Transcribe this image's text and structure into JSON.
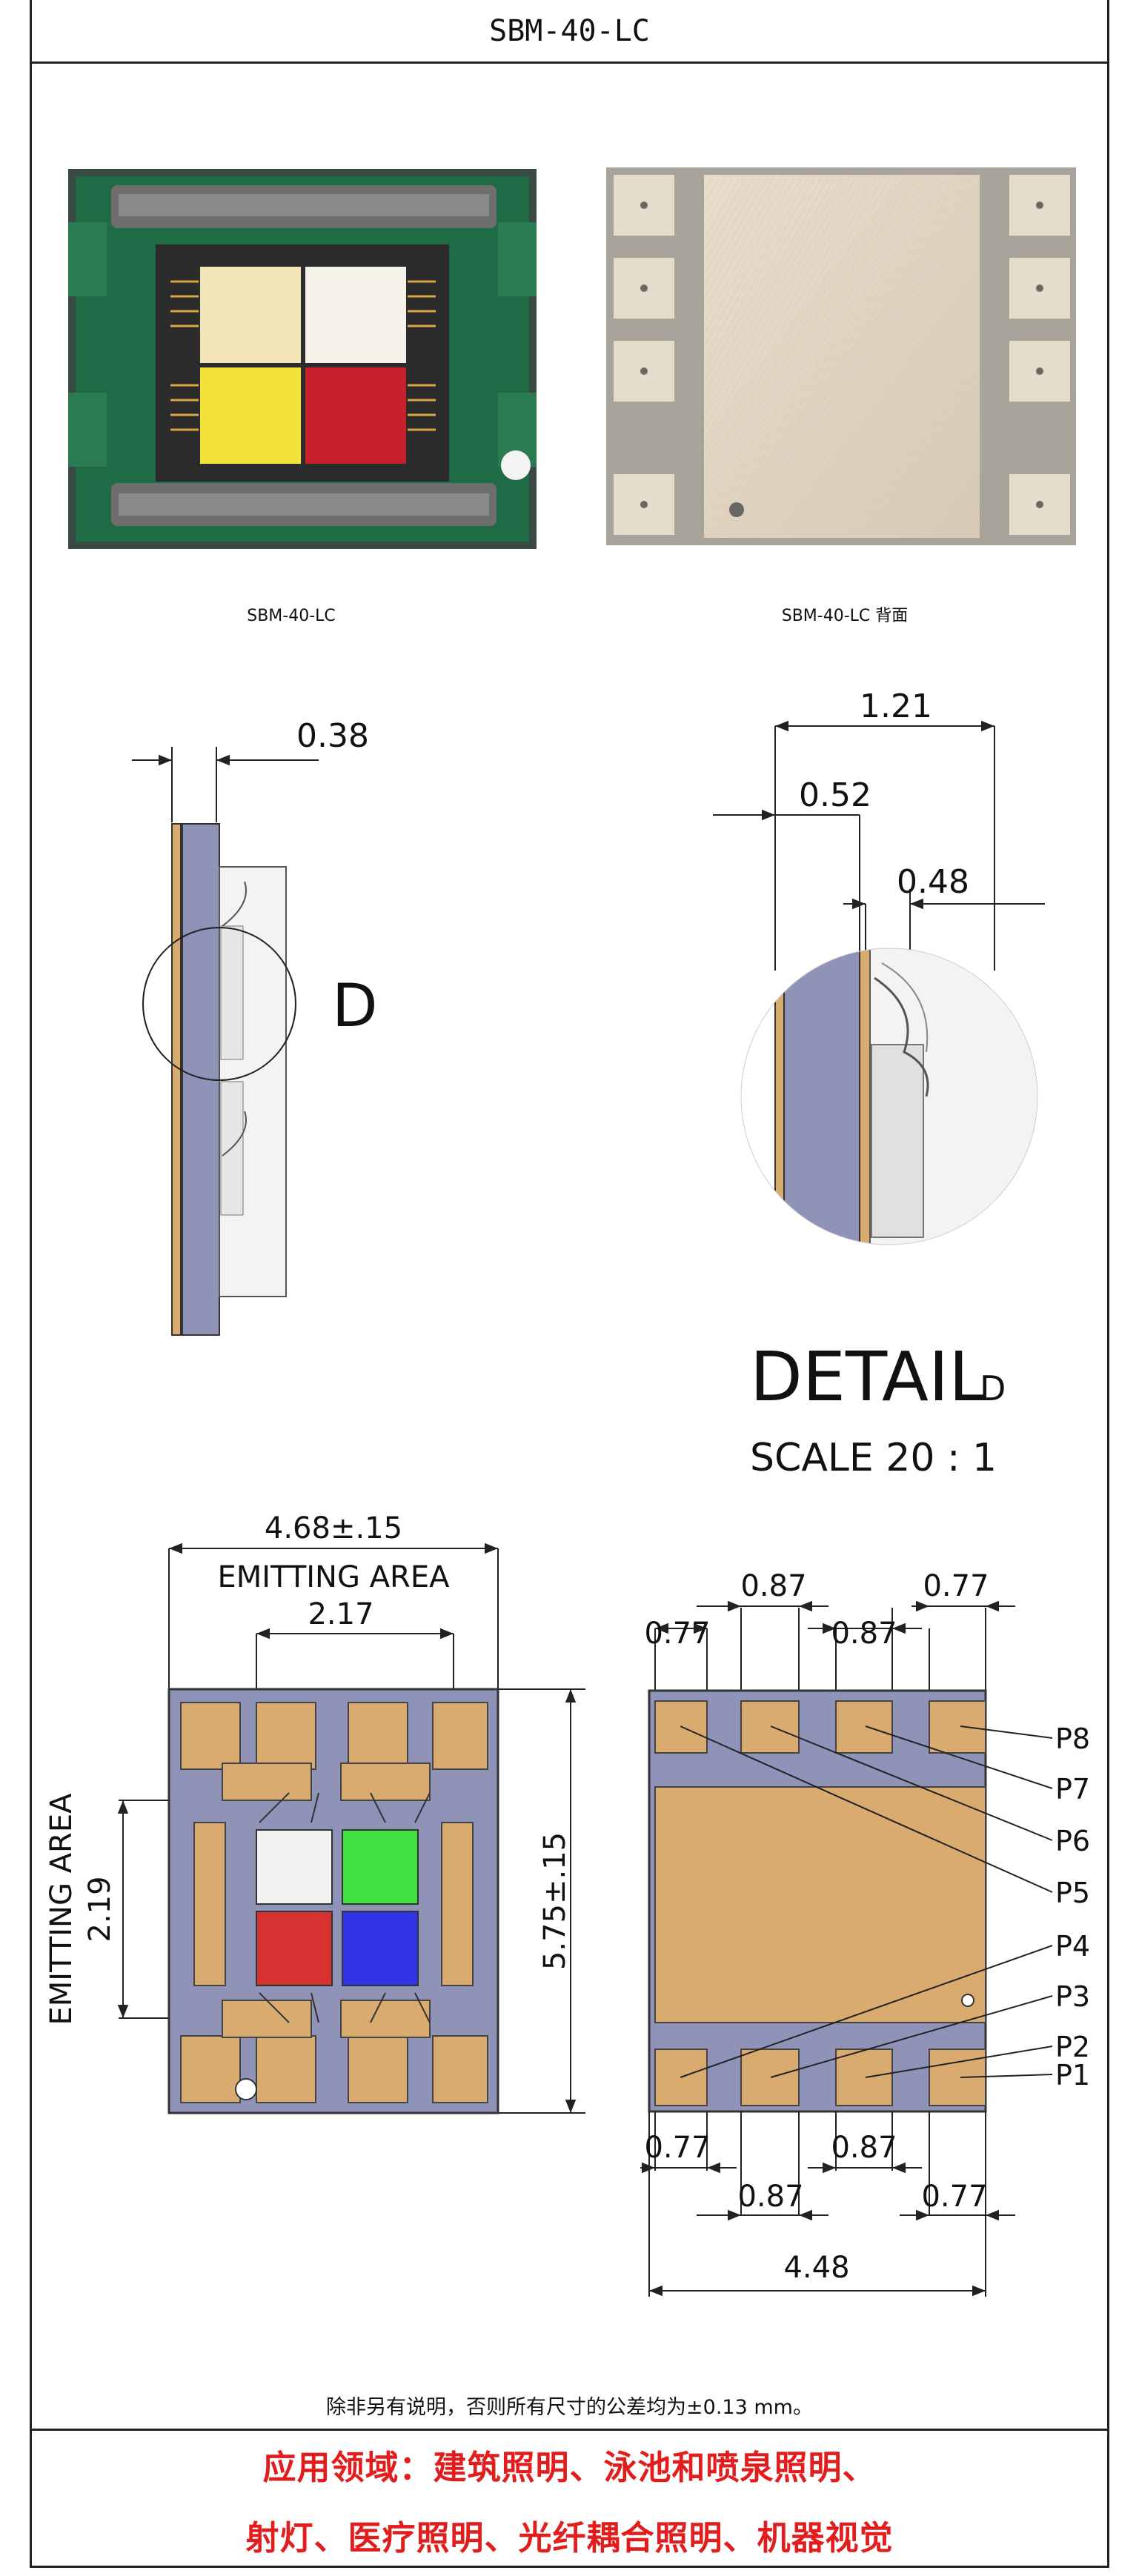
{
  "header": {
    "title": "SBM-40-LC"
  },
  "photos": {
    "front_caption": "SBM-40-LC",
    "back_caption": "SBM-40-LC 背面"
  },
  "side_view": {
    "dim_thickness": "0.38",
    "detail_callout": "D"
  },
  "detail_view": {
    "dim_total": "1.21",
    "dim_left": "0.52",
    "dim_right": "0.48",
    "title_main": "DETAIL",
    "title_sub": "D",
    "scale": "SCALE 20 : 1"
  },
  "top_view": {
    "dim_width": "4.68±.15",
    "emitting_area_label": "EMITTING AREA",
    "emitting_width": "2.17",
    "emitting_area_label_v": "EMITTING AREA",
    "emitting_height": "2.19",
    "dim_height": "5.75±.15",
    "chip_colors": [
      "#f2f2f2",
      "#40e040",
      "#d63232",
      "#3232e6"
    ]
  },
  "bottom_view": {
    "top_pitch_a": "0.87",
    "top_pitch_b": "0.87",
    "top_edge_left": "0.77",
    "top_edge_right": "0.77",
    "pins": [
      "P8",
      "P7",
      "P6",
      "P5",
      "P4",
      "P3",
      "P2",
      "P1"
    ],
    "bottom_edge_left": "0.77",
    "bottom_pitch_a": "0.87",
    "bottom_pitch_b": "0.87",
    "bottom_edge_right": "0.77",
    "dim_width": "4.48"
  },
  "note": "除非另有说明，否则所有尺寸的公差均为±0.13 mm。",
  "applications": {
    "line1": "应用领域：建筑照明、泳池和喷泉照明、",
    "line2": "射灯、医疗照明、光纤耦合照明、机器视觉"
  },
  "colors": {
    "pad": "#d9ab6f",
    "substrate": "#8f93b8",
    "pcb_green": "#1f6b45",
    "back_ceramic": "#a8a49c",
    "back_pad": "#e6dccb",
    "app_text": "#e11d1d"
  }
}
